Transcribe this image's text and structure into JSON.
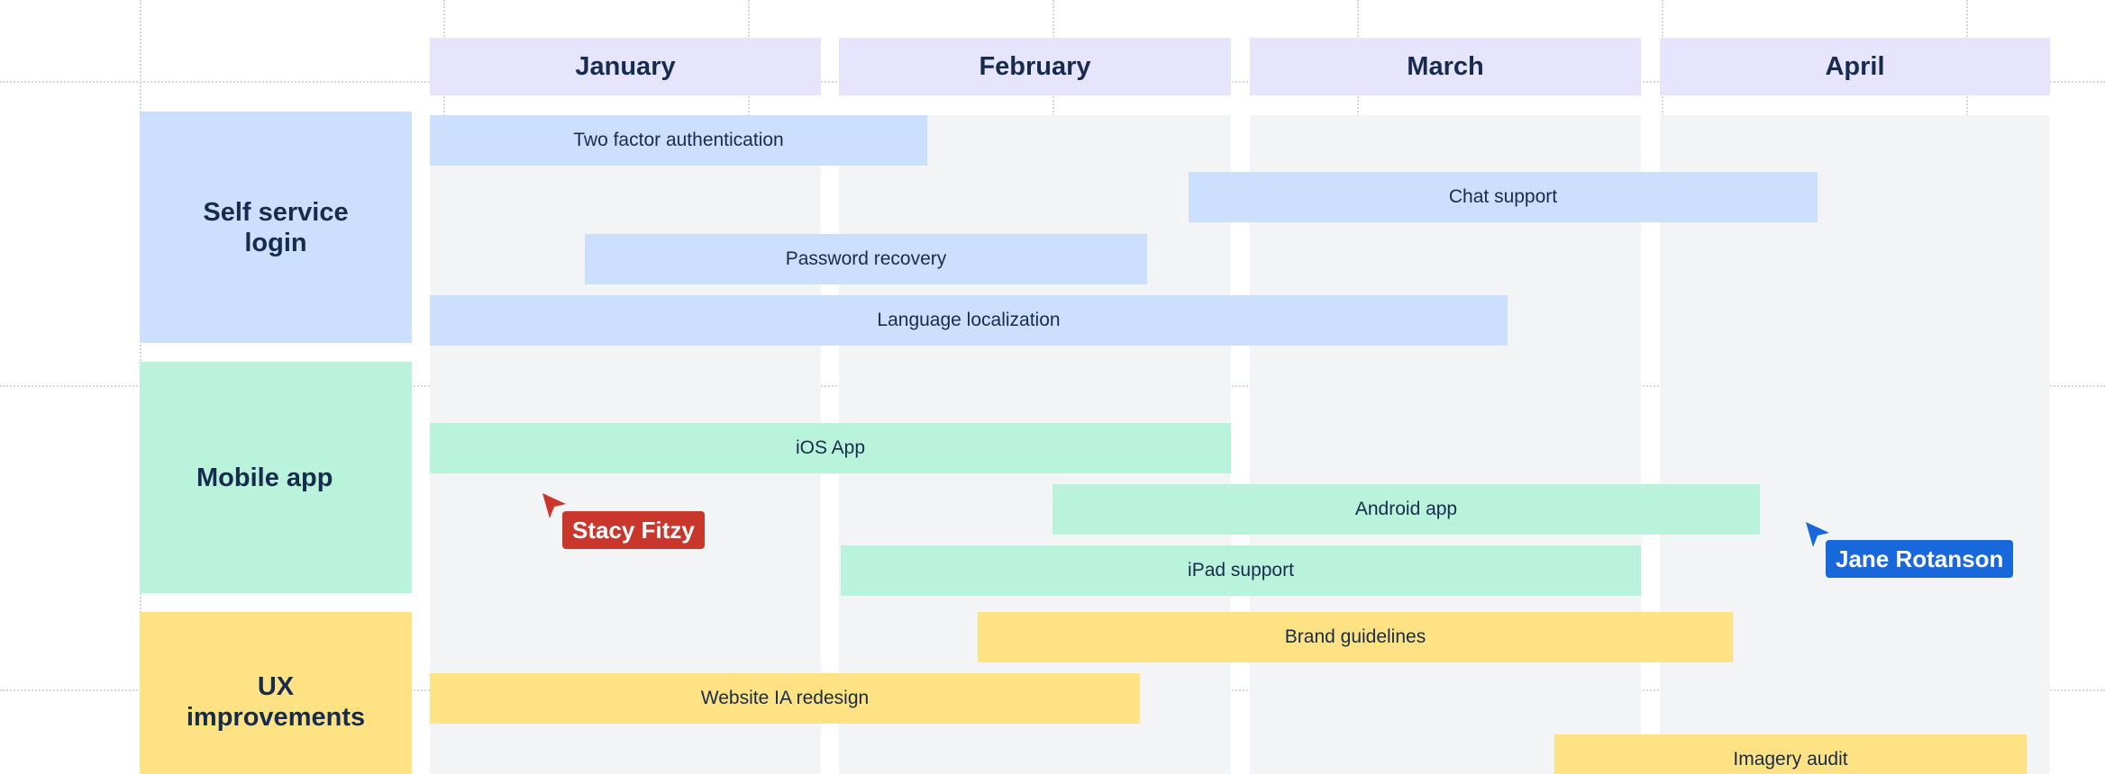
{
  "colors": {
    "header_bg": "#e7e5fe",
    "column_bg": "#f3f4f6",
    "self_service": "#cce0fd",
    "mobile": "#baf3db",
    "ux": "#fee283",
    "text": "#172b4d",
    "cursor_red": "#c9372c",
    "cursor_blue": "#1868db"
  },
  "months": [
    {
      "label": "January"
    },
    {
      "label": "February"
    },
    {
      "label": "March"
    },
    {
      "label": "April"
    }
  ],
  "swimlanes": [
    {
      "line1": "Self service",
      "line2": "login"
    },
    {
      "line1": "Mobile app",
      "line2": ""
    },
    {
      "line1": "UX",
      "line2": "improvements"
    }
  ],
  "tasks": [
    {
      "label": "Two factor authentication"
    },
    {
      "label": "Chat support"
    },
    {
      "label": "Password recovery"
    },
    {
      "label": "Language localization"
    },
    {
      "label": "iOS App"
    },
    {
      "label": "Android app"
    },
    {
      "label": "iPad support"
    },
    {
      "label": "Brand guidelines"
    },
    {
      "label": "Website IA redesign"
    },
    {
      "label": "Imagery audit"
    }
  ],
  "collaborators": [
    {
      "name": "Stacy Fitzy",
      "icon": "cursor-arrow-icon",
      "color": "#c9372c"
    },
    {
      "name": "Jane Rotanson",
      "icon": "cursor-arrow-icon",
      "color": "#1868db"
    }
  ]
}
